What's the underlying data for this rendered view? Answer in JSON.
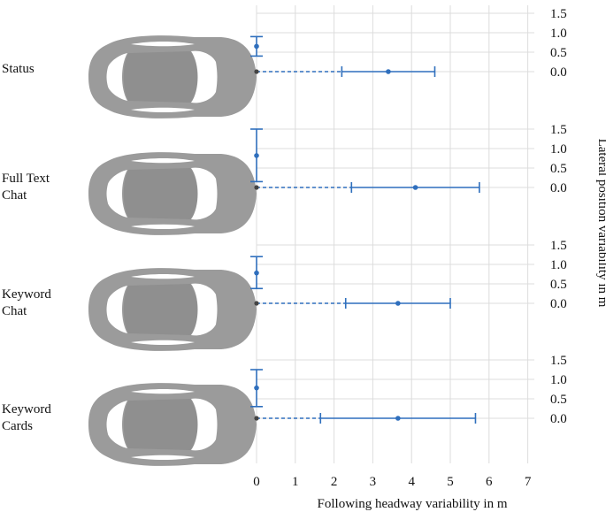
{
  "chart_data": {
    "type": "errorbar",
    "xlabel": "Following headway variability in m",
    "ylabel": "Lateral position variability in m",
    "x_ticks": [
      0,
      1,
      2,
      3,
      4,
      5,
      6,
      7
    ],
    "y_ticks": [
      0.0,
      0.5,
      1.0,
      1.5
    ],
    "xlim": [
      0,
      7
    ],
    "ylim": [
      0,
      1.5
    ],
    "grid": true,
    "accent_color": "#2f6fbd",
    "car_color": "#9b9b9b",
    "conditions": [
      {
        "label_lines": [
          "Status"
        ],
        "headway": {
          "mean": 3.4,
          "low": 2.2,
          "high": 4.6
        },
        "lateral": {
          "mean": 0.65,
          "low": 0.4,
          "high": 0.9
        }
      },
      {
        "label_lines": [
          "Full Text",
          "Chat"
        ],
        "headway": {
          "mean": 4.1,
          "low": 2.45,
          "high": 5.75
        },
        "lateral": {
          "mean": 0.82,
          "low": 0.15,
          "high": 1.5
        }
      },
      {
        "label_lines": [
          "Keyword",
          "Chat"
        ],
        "headway": {
          "mean": 3.65,
          "low": 2.3,
          "high": 5.0
        },
        "lateral": {
          "mean": 0.78,
          "low": 0.38,
          "high": 1.2
        }
      },
      {
        "label_lines": [
          "Keyword",
          "Cards"
        ],
        "headway": {
          "mean": 3.65,
          "low": 1.65,
          "high": 5.65
        },
        "lateral": {
          "mean": 0.78,
          "low": 0.3,
          "high": 1.25
        }
      }
    ]
  }
}
